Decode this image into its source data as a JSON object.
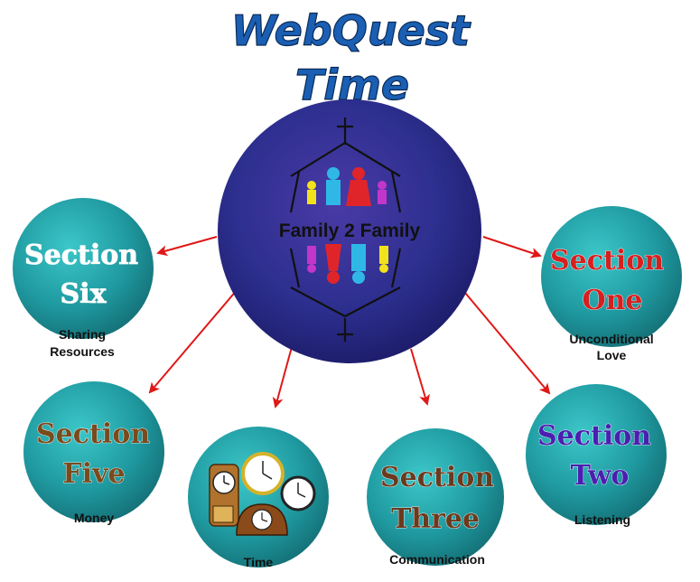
{
  "title": {
    "line1": "WebQuest",
    "line2": "Time"
  },
  "center": {
    "label": "Family 2 Family"
  },
  "nodes": [
    {
      "id": "one",
      "line1": "Section",
      "line2": "One",
      "caption1": "Unconditional",
      "caption2": "Love",
      "color": "#d81e1e"
    },
    {
      "id": "two",
      "line1": "Section",
      "line2": "Two",
      "caption1": "Listening",
      "caption2": "",
      "color": "#4a1fb0"
    },
    {
      "id": "three",
      "line1": "Section",
      "line2": "Three",
      "caption1": "Communication",
      "caption2": "",
      "color": "#6b3a1e"
    },
    {
      "id": "time",
      "line1": "",
      "line2": "",
      "caption1": "Time",
      "caption2": "",
      "color": "#000000"
    },
    {
      "id": "five",
      "line1": "Section",
      "line2": "Five",
      "caption1": "Money",
      "caption2": "",
      "color": "#7a4a1c"
    },
    {
      "id": "six",
      "line1": "Section",
      "line2": "Six",
      "caption1": "Sharing",
      "caption2": "Resources",
      "color": "#ffffff"
    }
  ],
  "colors": {
    "arrow": "#e01818",
    "teal": "#1f9aa0",
    "center": "#2d2f8f"
  }
}
